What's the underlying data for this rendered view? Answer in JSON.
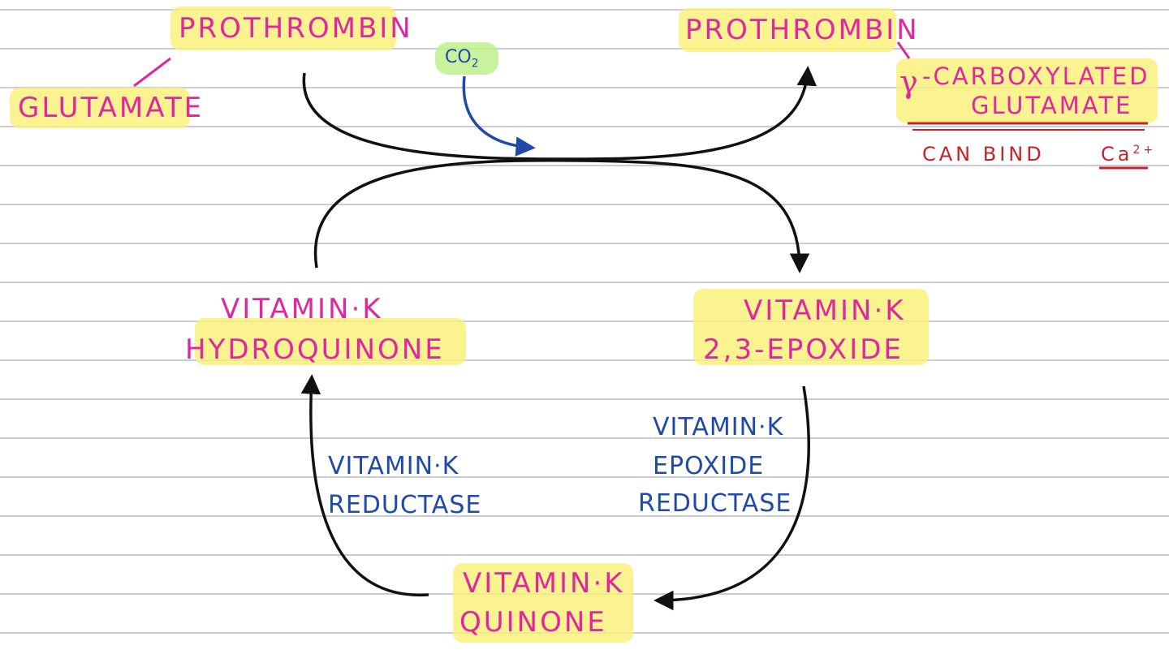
{
  "labels": {
    "prothrombin_left": "PROTHROMBIN",
    "glutamate": "GLUTAMATE",
    "co2_base": "CO",
    "co2_sub": "2",
    "prothrombin_right": "PROTHROMBIN",
    "gamma": "γ",
    "carboxylated_line1": "-CARBOXYLATED",
    "carboxylated_line2": "GLUTAMATE",
    "can_bind": "CAN BIND",
    "calcium": "Ca",
    "calcium_charge": "2+",
    "hydroquinone_line1": "VITAMIN·K",
    "hydroquinone_line2": "HYDROQUINONE",
    "epoxide_line1": "VITAMIN·K",
    "epoxide_line2": "2,3-EPOXIDE",
    "reductase_left_line1": "VITAMIN·K",
    "reductase_left_line2": "REDUCTASE",
    "epoxide_reductase_line1": "VITAMIN·K",
    "epoxide_reductase_line2": "EPOXIDE",
    "epoxide_reductase_line3": "REDUCTASE",
    "quinone_line1": "VITAMIN·K",
    "quinone_line2": "QUINONE"
  },
  "colors": {
    "compound": "#e0279f",
    "enzyme": "#1f4aa8",
    "note": "#c4232b",
    "highlight": "#faf078",
    "co2_highlight": "#bef08c",
    "arrow": "#111111",
    "co2_arrow": "#1f4aa8"
  }
}
